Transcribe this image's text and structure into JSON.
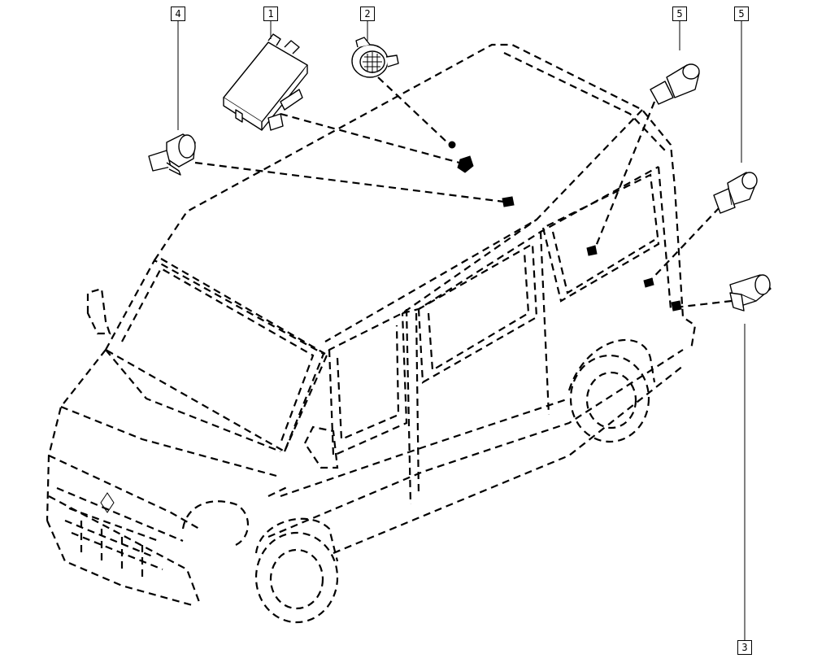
{
  "callouts": {
    "c1": "1",
    "c2": "2",
    "c3": "3",
    "c4": "4",
    "c5a": "5",
    "c5b": "5"
  },
  "colors": {
    "line": "#000000",
    "background": "#ffffff"
  },
  "parts": [
    {
      "ref": "1",
      "icon": "control-unit-icon"
    },
    {
      "ref": "2",
      "icon": "buzzer-icon"
    },
    {
      "ref": "3",
      "icon": "parking-sensor-icon"
    },
    {
      "ref": "4",
      "icon": "parking-sensor-icon"
    },
    {
      "ref": "5",
      "icon": "parking-sensor-icon"
    }
  ]
}
